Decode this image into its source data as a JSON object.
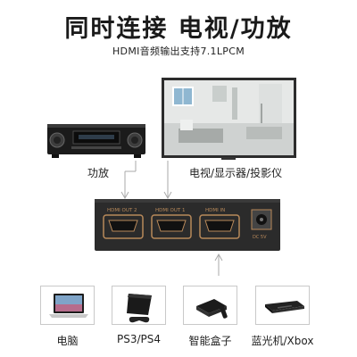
{
  "title": "同时连接 电视/功放",
  "subtitle": "HDMI音频输出支持7.1LPCM",
  "devices_top": {
    "amplifier_label": "功放",
    "tv_label": "电视/显示器/投影仪"
  },
  "switch": {
    "port_out2": "HDMI OUT 2",
    "port_out1": "HDMI OUT 1",
    "port_in": "HDMI IN",
    "power": "DC 5V"
  },
  "sources": [
    {
      "label": "电脑",
      "icon": "laptop-icon"
    },
    {
      "label": "PS3/PS4",
      "icon": "game-console-icon"
    },
    {
      "label": "智能盒子",
      "icon": "tv-box-icon"
    },
    {
      "label": "蓝光机/Xbox",
      "icon": "bluray-player-icon"
    }
  ],
  "colors": {
    "switch_body": "#2b2b2b",
    "port_trim": "#b8895a",
    "connector_line": "#aaaaaa"
  }
}
